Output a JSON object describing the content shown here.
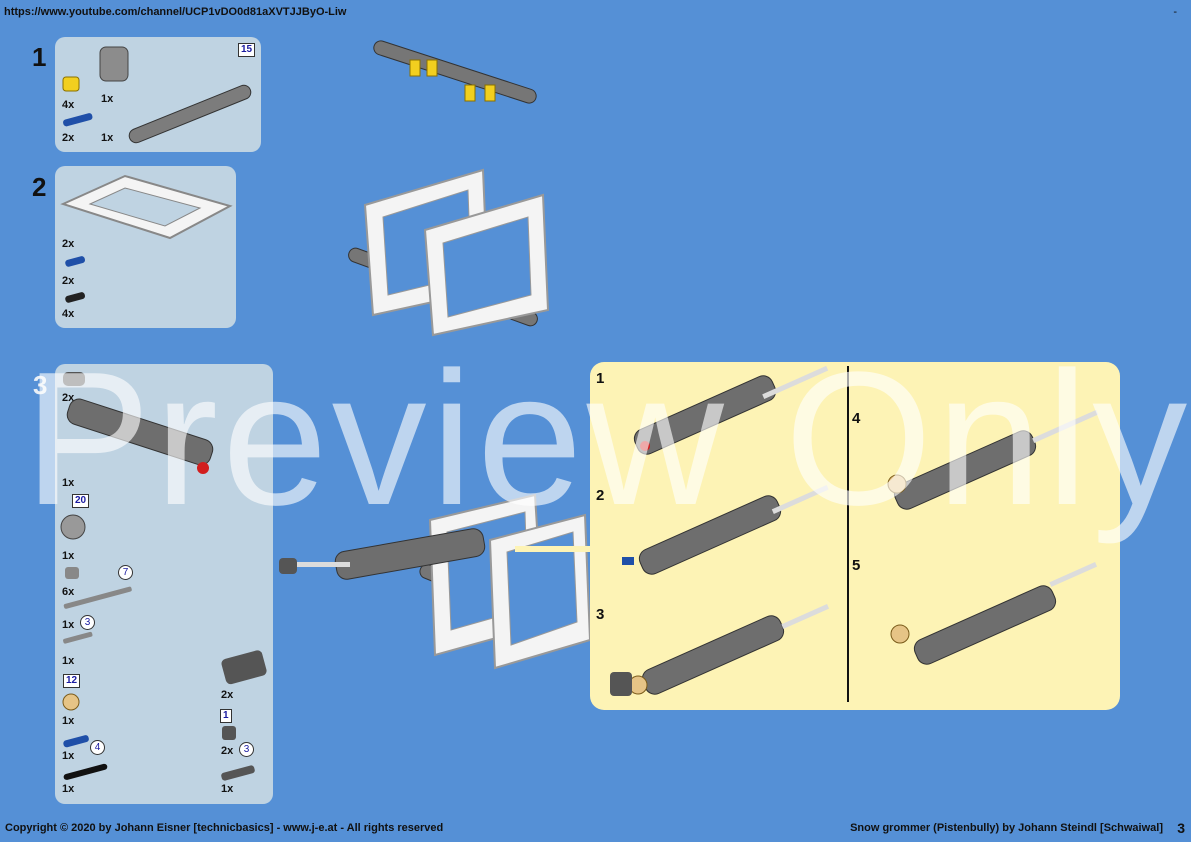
{
  "header": {
    "url": "https://www.youtube.com/channel/UCP1vDO0d81aXVTJJByO-Liw",
    "dash": "-"
  },
  "footer": {
    "copyright": "Copyright © 2020 by Johann Eisner [technicbasics] - www.j-e.at - All rights reserved",
    "title": "Snow grommer (Pistenbully) by Johann Steindl [Schwaiwal]",
    "page": "3"
  },
  "step1": {
    "number": "1",
    "qty_a": "4x",
    "qty_b": "2x",
    "qty_c": "1x",
    "qty_d": "1x",
    "beam_len": "15"
  },
  "step2": {
    "number": "2",
    "qty_a": "2x",
    "qty_b": "2x",
    "qty_c": "4x"
  },
  "step3": {
    "number": "3",
    "qty": [
      "2x",
      "1x",
      "1x",
      "6x",
      "1x",
      "1x",
      "1x",
      "2x",
      "1x",
      "2x",
      "1x",
      "1x"
    ],
    "gear20": "20",
    "axle7": "7",
    "axle3": "3",
    "gear12": "12",
    "axle4": "4",
    "axle1": "1",
    "axle3b": "3"
  },
  "substeps": {
    "s1": "1",
    "s2": "2",
    "s3": "3",
    "s4": "4",
    "s5": "5"
  },
  "watermark": "Preview Only",
  "colors": {
    "background": "#5590d6",
    "panel": "#bfd3e2",
    "callout": "#fdf3b5"
  }
}
